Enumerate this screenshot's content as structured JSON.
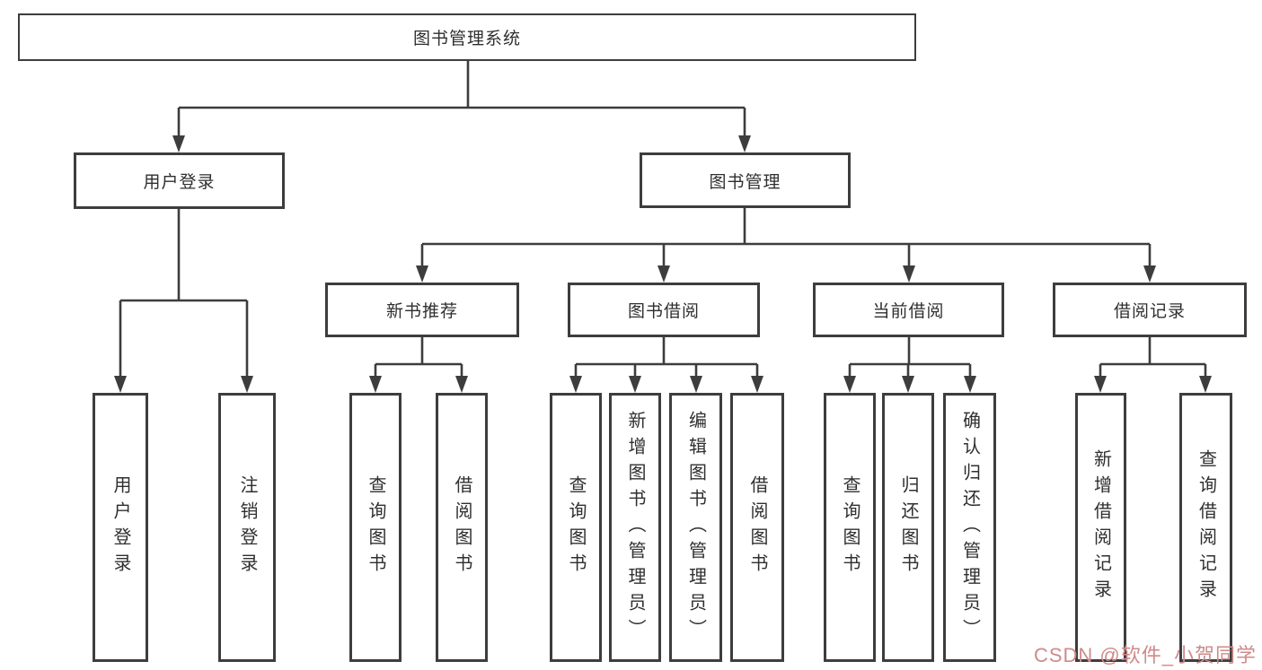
{
  "tree": {
    "root": {
      "label": "图书管理系统"
    },
    "branches": [
      {
        "label": "用户登录",
        "children": [
          {
            "label": "用户登录"
          },
          {
            "label": "注销登录"
          }
        ]
      },
      {
        "label": "图书管理",
        "children": [
          {
            "label": "新书推荐",
            "children": [
              {
                "label": "查询图书"
              },
              {
                "label": "借阅图书"
              }
            ]
          },
          {
            "label": "图书借阅",
            "children": [
              {
                "label": "查询图书"
              },
              {
                "label": "新增图书（管理员）"
              },
              {
                "label": "编辑图书（管理员）"
              },
              {
                "label": "借阅图书"
              }
            ]
          },
          {
            "label": "当前借阅",
            "children": [
              {
                "label": "查询图书"
              },
              {
                "label": "归还图书"
              },
              {
                "label": "确认归还（管理员）"
              }
            ]
          },
          {
            "label": "借阅记录",
            "children": [
              {
                "label": "新增借阅记录"
              },
              {
                "label": "查询借阅记录"
              }
            ]
          }
        ]
      }
    ]
  },
  "watermark": {
    "text": "CSDN @软件_小贺同学"
  },
  "colors": {
    "line": "#3d3d3d",
    "box_border": "#3d3d3d",
    "box_fill": "#ffffff",
    "text": "#2f2f2f",
    "watermark": "#cf8a8a"
  }
}
